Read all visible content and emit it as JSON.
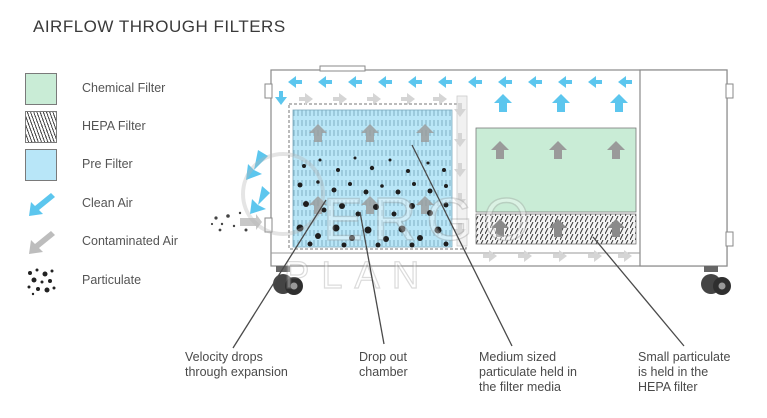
{
  "title": "AIRFLOW THROUGH FILTERS",
  "legend": [
    {
      "id": "chemical",
      "label": "Chemical Filter",
      "icon": "chemical-filter-swatch",
      "color": "#c9ecd6"
    },
    {
      "id": "hepa",
      "label": "HEPA Filter",
      "icon": "hepa-filter-swatch",
      "color": "#555555"
    },
    {
      "id": "pre",
      "label": "Pre Filter",
      "icon": "pre-filter-swatch",
      "color": "#b8e6f8"
    },
    {
      "id": "clean",
      "label": "Clean Air",
      "icon": "clean-air-arrow-icon",
      "color": "#5cc6ee"
    },
    {
      "id": "contaminated",
      "label": "Contaminated Air",
      "icon": "contaminated-air-arrow-icon",
      "color": "#b0b0b0"
    },
    {
      "id": "particulate",
      "label": "Particulate",
      "icon": "particulate-icon",
      "color": "#222222"
    }
  ],
  "callouts": [
    {
      "id": "velocity",
      "text": "Velocity drops\nthrough expansion"
    },
    {
      "id": "dropout",
      "text": "Drop out\nchamber"
    },
    {
      "id": "medium",
      "text": "Medium sized\nparticulate held in\nthe filter media"
    },
    {
      "id": "small",
      "text": "Small particulate\nis held in the\nHEPA filter"
    }
  ],
  "watermark": {
    "line1": "ERGO",
    "line2": "PLAN"
  }
}
